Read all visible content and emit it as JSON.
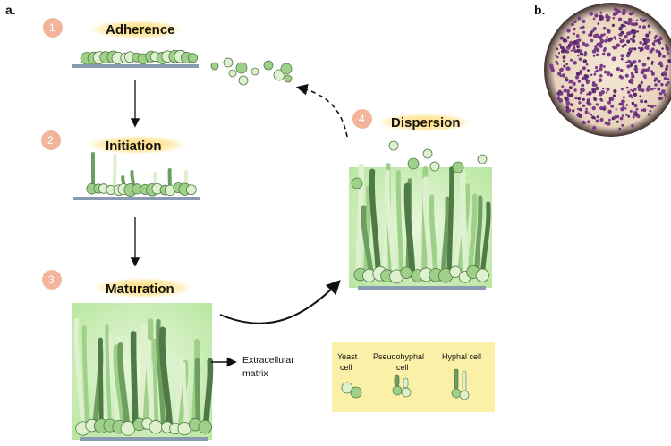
{
  "panels": {
    "a": "a.",
    "b": "b."
  },
  "steps": [
    {
      "num": "1",
      "title": "Adherence"
    },
    {
      "num": "2",
      "title": "Initiation"
    },
    {
      "num": "3",
      "title": "Maturation"
    },
    {
      "num": "4",
      "title": "Dispersion"
    }
  ],
  "ecm_label": [
    "Extracellular",
    "matrix"
  ],
  "legend": {
    "yeast": [
      "Yeast",
      "cell"
    ],
    "pseudohyphal": [
      "Pseudohyphal",
      "cell"
    ],
    "hyphal": "Hyphal cell"
  },
  "colors": {
    "step_circle": "#f2b49a",
    "title_glow": "#ffd76a",
    "surface": "#8a9ab3",
    "cell_fill": "#9fd08a",
    "cell_light": "#dff0cf",
    "cell_stroke": "#4f7a45",
    "biofilm_bg": "#c8ecb4",
    "legend_bg": "#fbf0a8",
    "micrograph_bg": "#f1e3cf",
    "micrograph_cells": "#7a3c86"
  }
}
